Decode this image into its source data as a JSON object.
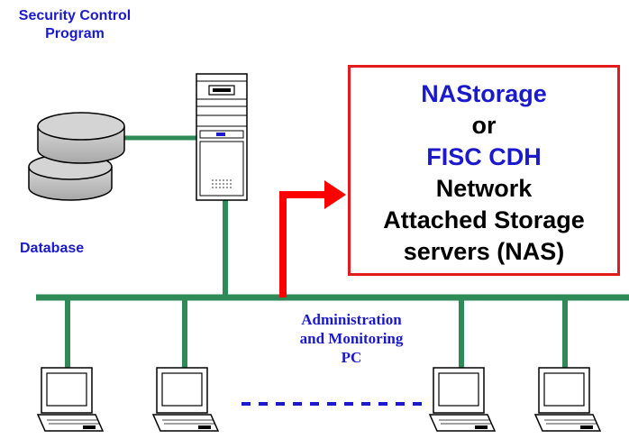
{
  "labels": {
    "security_control": [
      "Security Control",
      "Program"
    ],
    "database": "Database",
    "admin": [
      "Administration",
      "and Monitoring",
      "PC"
    ]
  },
  "nas_box": {
    "lines": [
      {
        "text": "NAStorage",
        "color": "blue"
      },
      {
        "text": "or",
        "color": "black"
      },
      {
        "text": "FISC CDH",
        "color": "blue"
      },
      {
        "text": "Network",
        "color": "black"
      },
      {
        "text": "Attached Storage",
        "color": "black"
      },
      {
        "text": "servers (NAS)",
        "color": "black"
      }
    ]
  },
  "colors": {
    "blue_text": "#1a1acc",
    "network_green": "#2e8b57",
    "arrow_red": "#ff0000",
    "box_border": "#e41b1b",
    "dashed_blue": "#1a1acc"
  },
  "icons": {
    "server": "tower-server-icon",
    "database": "disk-stack-icon",
    "laptop": "laptop-icon"
  }
}
